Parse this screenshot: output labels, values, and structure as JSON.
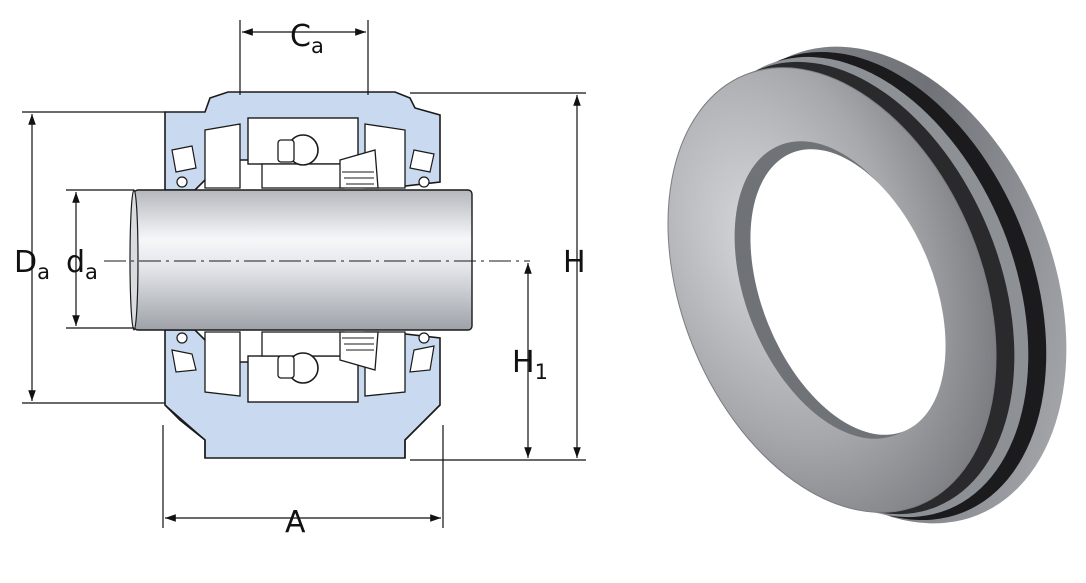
{
  "labels": {
    "Ca": {
      "main": "C",
      "sub": "a"
    },
    "Da": {
      "main": "D",
      "sub": "a"
    },
    "da": {
      "main": "d",
      "sub": "a"
    },
    "H": {
      "main": "H",
      "sub": ""
    },
    "H1": {
      "main": "H",
      "sub": "1"
    },
    "A": {
      "main": "A",
      "sub": ""
    }
  },
  "colors": {
    "housing_fill": "#c9d9ef",
    "outline": "#1a1a1a",
    "shaft_light": "#f4f5f7",
    "shaft_dark": "#a9acb2",
    "seal_light": "#c2c4c7",
    "seal_dark": "#5f6166",
    "groove": "#1b1b1d"
  },
  "icons": {
    "drawing": "bearing-housing-cross-section",
    "photo": "seal-ring"
  }
}
